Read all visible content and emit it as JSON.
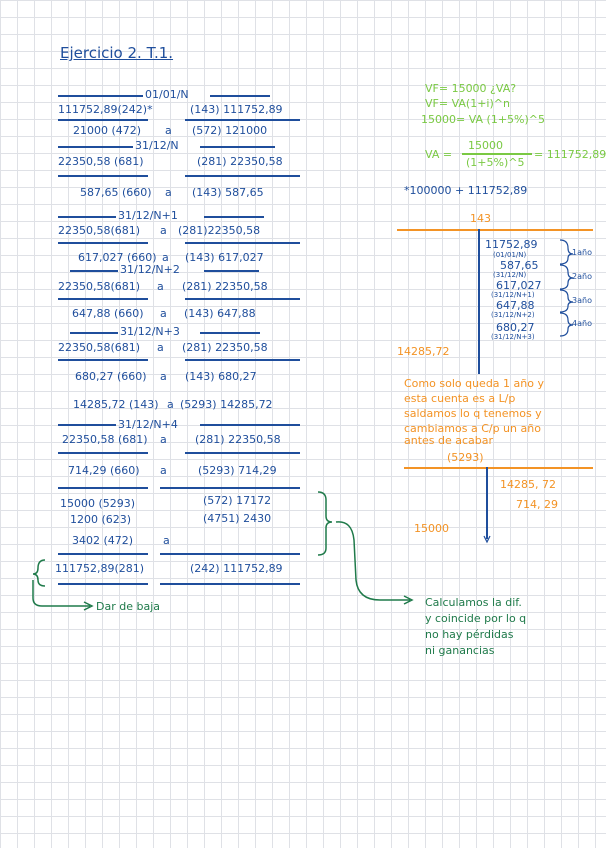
{
  "title": "Ejercicio 2. T.1.",
  "journal": {
    "date1": "01/01/N",
    "e1_debit": "111752,89(242)*",
    "e1_credit": "(143) 111752,89",
    "e2_debit": "21000 (472)",
    "e2_credit": "(572) 121000",
    "date2": "31/12/N",
    "e3_debit": "22350,58 (681)",
    "e3_credit": "(281) 22350,58",
    "e4_debit": "587,65 (660)",
    "e4_credit": "(143) 587,65",
    "date3": "31/12/N+1",
    "e5_debit": "22350,58(681)",
    "e5_credit": "(281)22350,58",
    "e6_debit": "617,027 (660)",
    "e6_credit": "(143) 617,027",
    "date4": "31/12/N+2",
    "e7_debit": "22350,58(681)",
    "e7_credit": "(281) 22350,58",
    "e8_debit": "647,88 (660)",
    "e8_credit": "(143) 647,88",
    "date5": "31/12/N+3",
    "e9_debit": "22350,58(681)",
    "e9_credit": "(281) 22350,58",
    "e10_debit": "680,27 (660)",
    "e10_credit": "(143) 680,27",
    "e11_debit": "14285,72 (143)",
    "e11_credit": "(5293) 14285,72",
    "date6": "31/12/N+4",
    "e12_debit": "22350,58 (681)",
    "e12_credit": "(281) 22350,58",
    "e13_debit": "714,29 (660)",
    "e13_credit": "(5293) 714,29",
    "f1_debit": "15000 (5293)",
    "f1_credit": "(572) 17172",
    "f2_debit": "1200 (623)",
    "f2_credit": "(4751) 2430",
    "f3_debit": "3402 (472)",
    "f4_debit": "111752,89(281)",
    "f4_credit": "(242) 111752,89",
    "connector": "a",
    "baja_note": "Dar de baja"
  },
  "formulas": {
    "l1": "VF= 15000 ¿VA?",
    "l2": "VF= VA(1+i)^n",
    "l3": "15000= VA (1+5%)^5",
    "l4_left": "VA =",
    "l4_num": "15000",
    "l4_den": "(1+5%)^5",
    "l4_right": "= 111752,89",
    "l5": "*100000 + 111752,89"
  },
  "t143": {
    "title": "143",
    "v1": "11752,89",
    "v1_date": "(01/01/N)",
    "v2": "587,65",
    "v2_date": "(31/12/N)",
    "v3": "617,027",
    "v3_date": "(31/12/N+1)",
    "v4": "647,88",
    "v4_date": "(31/12/N+2)",
    "v5": "680,27",
    "v5_date": "(31/12/N+3)",
    "y1": "1año",
    "y2": "2año",
    "y3": "3año",
    "y4": "4año",
    "total": "14285,72"
  },
  "note": {
    "l1": "Como solo queda 1 año y",
    "l2": "esta cuenta es a L/p",
    "l3": "saldamos lo q tenemos y",
    "l4": "cambiamos a C/p un año",
    "l5": "antes de acabar"
  },
  "t5293": {
    "title": "(5293)",
    "r1": "14285, 72",
    "r2": "714, 29",
    "l1": "15000"
  },
  "conclusion": {
    "l1": "Calculamos la dif.",
    "l2": "y coincide por lo q",
    "l3": "no hay pérdidas",
    "l4": "ni ganancias"
  },
  "colors": {
    "blue": "#1f4e9c",
    "green": "#7ac943",
    "orange": "#f39325",
    "dark_green": "#1f7a4a"
  }
}
